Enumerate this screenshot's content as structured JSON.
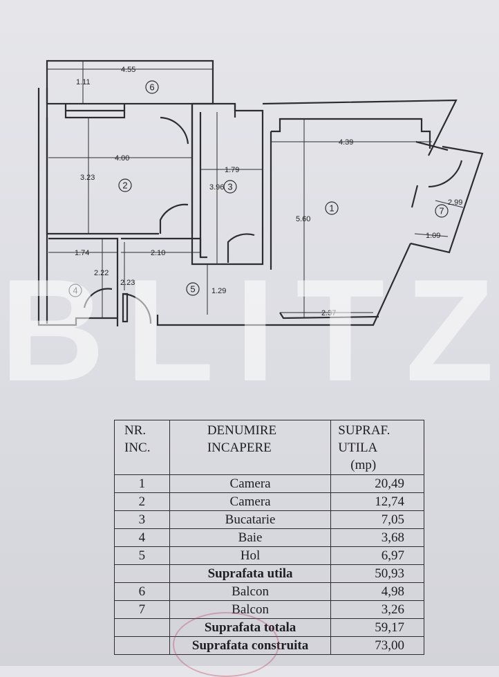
{
  "plan": {
    "dimensions": {
      "d_455": "4.55",
      "d_111": "1.11",
      "d_400": "4.00",
      "d_323": "3.23",
      "d_179": "1.79",
      "d_396": "3.96",
      "d_439": "4.39",
      "d_560": "5.60",
      "d_299": "2.99",
      "d_109": "1.09",
      "d_174": "1.74",
      "d_222": "2.22",
      "d_210": "2.10",
      "d_223": "2.23",
      "d_129": "1.29",
      "d_237": "2.37"
    },
    "room_numbers": [
      "1",
      "2",
      "3",
      "4",
      "5",
      "6",
      "7"
    ]
  },
  "watermark": "BLITZ",
  "table": {
    "headers": {
      "col1": [
        "NR.",
        "INC."
      ],
      "col2": [
        "DENUMIRE",
        "INCAPERE"
      ],
      "col3": [
        "SUPRAF.",
        "UTILA",
        "(mp)"
      ]
    },
    "rows": [
      {
        "nr": "1",
        "name": "Camera",
        "area": "20,49"
      },
      {
        "nr": "2",
        "name": "Camera",
        "area": "12,74"
      },
      {
        "nr": "3",
        "name": "Bucatarie",
        "area": "7,05"
      },
      {
        "nr": "4",
        "name": "Baie",
        "area": "3,68"
      },
      {
        "nr": "5",
        "name": "Hol",
        "area": "6,97"
      }
    ],
    "utila": {
      "label": "Suprafata utila",
      "area": "50,93"
    },
    "balcony_rows": [
      {
        "nr": "6",
        "name": "Balcon",
        "area": "4,98"
      },
      {
        "nr": "7",
        "name": "Balcon",
        "area": "3,26"
      }
    ],
    "totala": {
      "label": "Suprafata totala",
      "area": "59,17"
    },
    "construita": {
      "label": "Suprafata construita",
      "area": "73,00"
    }
  }
}
